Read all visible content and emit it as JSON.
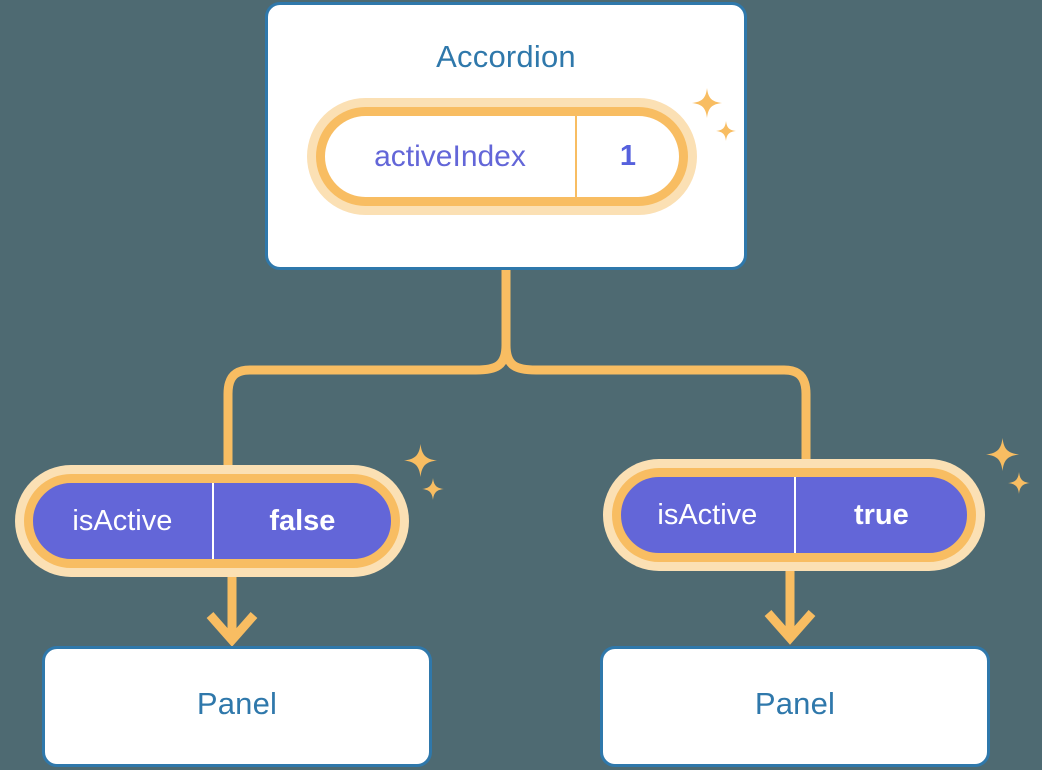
{
  "diagram": {
    "title_hidden": "",
    "background_color": "#4e6a72",
    "accent_orange": "#f8bd62",
    "accent_orange_pale": "#fbe0b4",
    "accent_blue": "#2f78ab",
    "accent_purple": "#6366d8"
  },
  "root": {
    "name": "Accordion",
    "state": {
      "key": "activeIndex",
      "value": "1"
    }
  },
  "children": [
    {
      "name": "Panel",
      "state": {
        "key": "isActive",
        "value": "false"
      }
    },
    {
      "name": "Panel",
      "state": {
        "key": "isActive",
        "value": "true"
      }
    }
  ],
  "icons": {
    "sparkle": "sparkle-icon",
    "arrow": "arrow-down-icon"
  }
}
